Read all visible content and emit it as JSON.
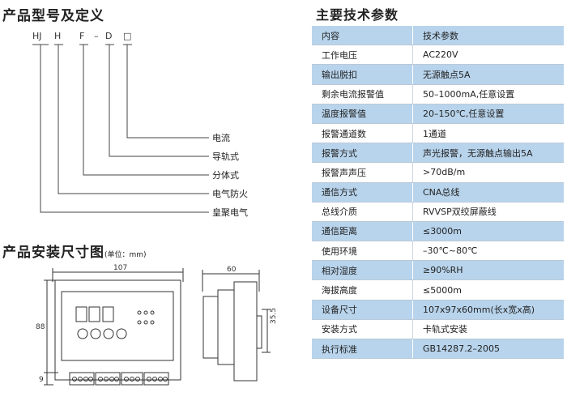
{
  "model_section": {
    "title": "产品型号及定义",
    "code_parts": [
      "HJ",
      "H",
      "F",
      "–",
      "D",
      "□"
    ],
    "legend": [
      "电流",
      "导轨式",
      "分体式",
      "电气防火",
      "皇聚电气"
    ]
  },
  "params_section": {
    "title": "主要技术参数",
    "rows": [
      [
        "内容",
        "技术参数"
      ],
      [
        "工作电压",
        "AC220V"
      ],
      [
        "输出脱扣",
        "无源触点5A"
      ],
      [
        "剩余电流报警值",
        "50–1000mA,任意设置"
      ],
      [
        "温度报警值",
        "20–150℃,任意设置"
      ],
      [
        "报警通道数",
        "1通道"
      ],
      [
        "报警方式",
        "声光报警，无源触点输出5A"
      ],
      [
        "报警声声压",
        ">70dB/m"
      ],
      [
        "通信方式",
        "CNA总线"
      ],
      [
        "总线介质",
        "RVVSP双绞屏蔽线"
      ],
      [
        "通信距离",
        "≤3000m"
      ],
      [
        "使用环境",
        "–30℃~80℃"
      ],
      [
        "相对湿度",
        "≥90%RH"
      ],
      [
        "海拔高度",
        "≤5000m"
      ],
      [
        "设备尺寸",
        "107x97x60mm(长x宽x高)"
      ],
      [
        "安装方式",
        "卡轨式安装"
      ],
      [
        "执行标准",
        "GB14287.2–2005"
      ]
    ]
  },
  "dims_section": {
    "title": "产品安装尺寸图",
    "unit_note": "(单位：mm)",
    "front_width": "107",
    "front_height": "88",
    "front_bottom": "9",
    "side_width": "60",
    "side_rail": "35.5"
  }
}
